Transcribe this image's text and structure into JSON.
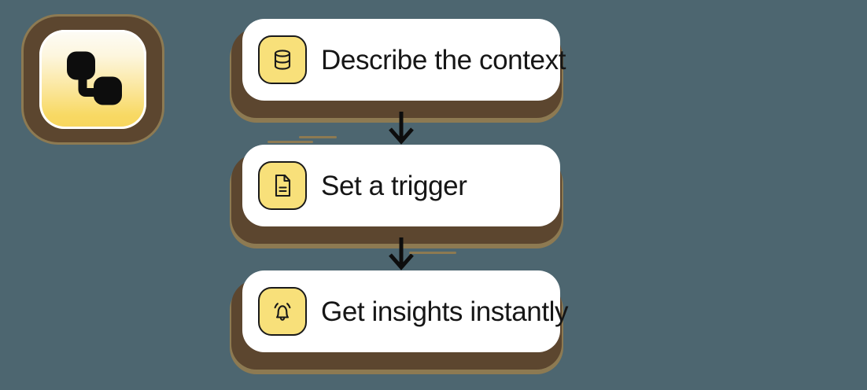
{
  "background_color": "#4d6670",
  "logo": {
    "name": "app-logo",
    "icon": "workflow-nodes-icon",
    "frame_color": "#5c462f",
    "edge_color": "#8d7a52",
    "gradient_top": "#fdfcf7",
    "gradient_bottom": "#f7d65c",
    "glyph_color": "#0d0d0d"
  },
  "theme": {
    "card_background": "#ffffff",
    "icon_tile_color": "#f8e07a",
    "icon_stroke_color": "#1a1a1a",
    "shadow_dark": "#5c462f",
    "shadow_light": "#8d7a52",
    "text_color": "#161616",
    "arrow_color": "#0d0d0d"
  },
  "flow": {
    "steps": [
      {
        "label": "Describe the context",
        "icon": "database-icon"
      },
      {
        "label": "Set a trigger",
        "icon": "document-icon"
      },
      {
        "label": "Get insights instantly",
        "icon": "bell-icon"
      }
    ],
    "connectors": [
      {
        "icon": "arrow-down-icon"
      },
      {
        "icon": "arrow-down-icon"
      }
    ]
  }
}
